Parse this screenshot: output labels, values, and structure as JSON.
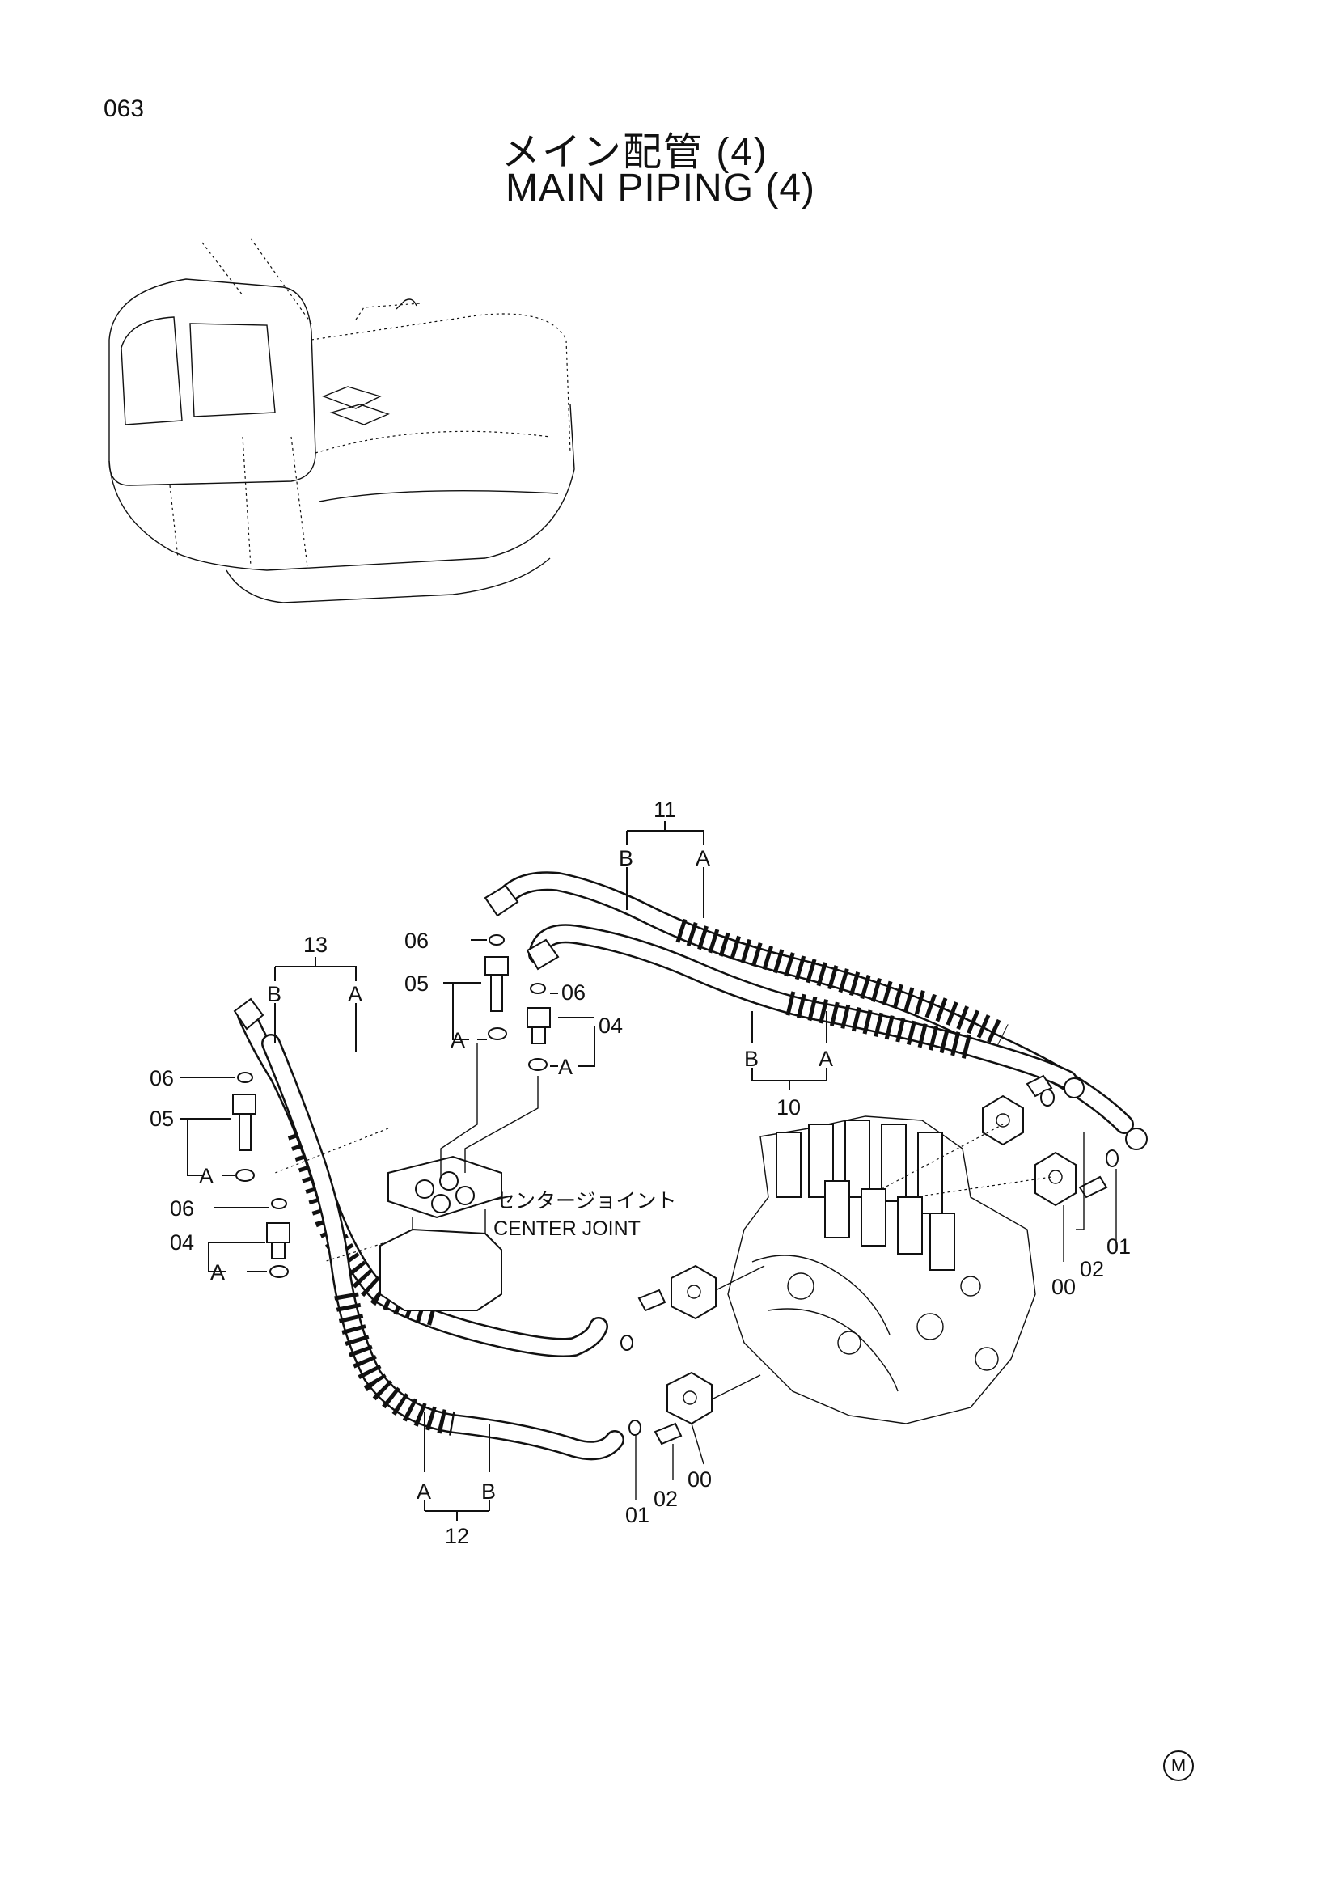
{
  "page_number": "063",
  "title_jp": "メイン配管 (4)",
  "title_en": "MAIN PIPING (4)",
  "mark": "M",
  "center_joint": {
    "label_jp": "センタージョイント",
    "label_en": "CENTER JOINT"
  },
  "callouts": {
    "group_11": "11",
    "group_13": "13",
    "group_10": "10",
    "group_12": "12",
    "end_b": "B",
    "end_a": "A",
    "p00": "00",
    "p01": "01",
    "p02": "02",
    "p04": "04",
    "p05": "05",
    "p06": "06"
  }
}
